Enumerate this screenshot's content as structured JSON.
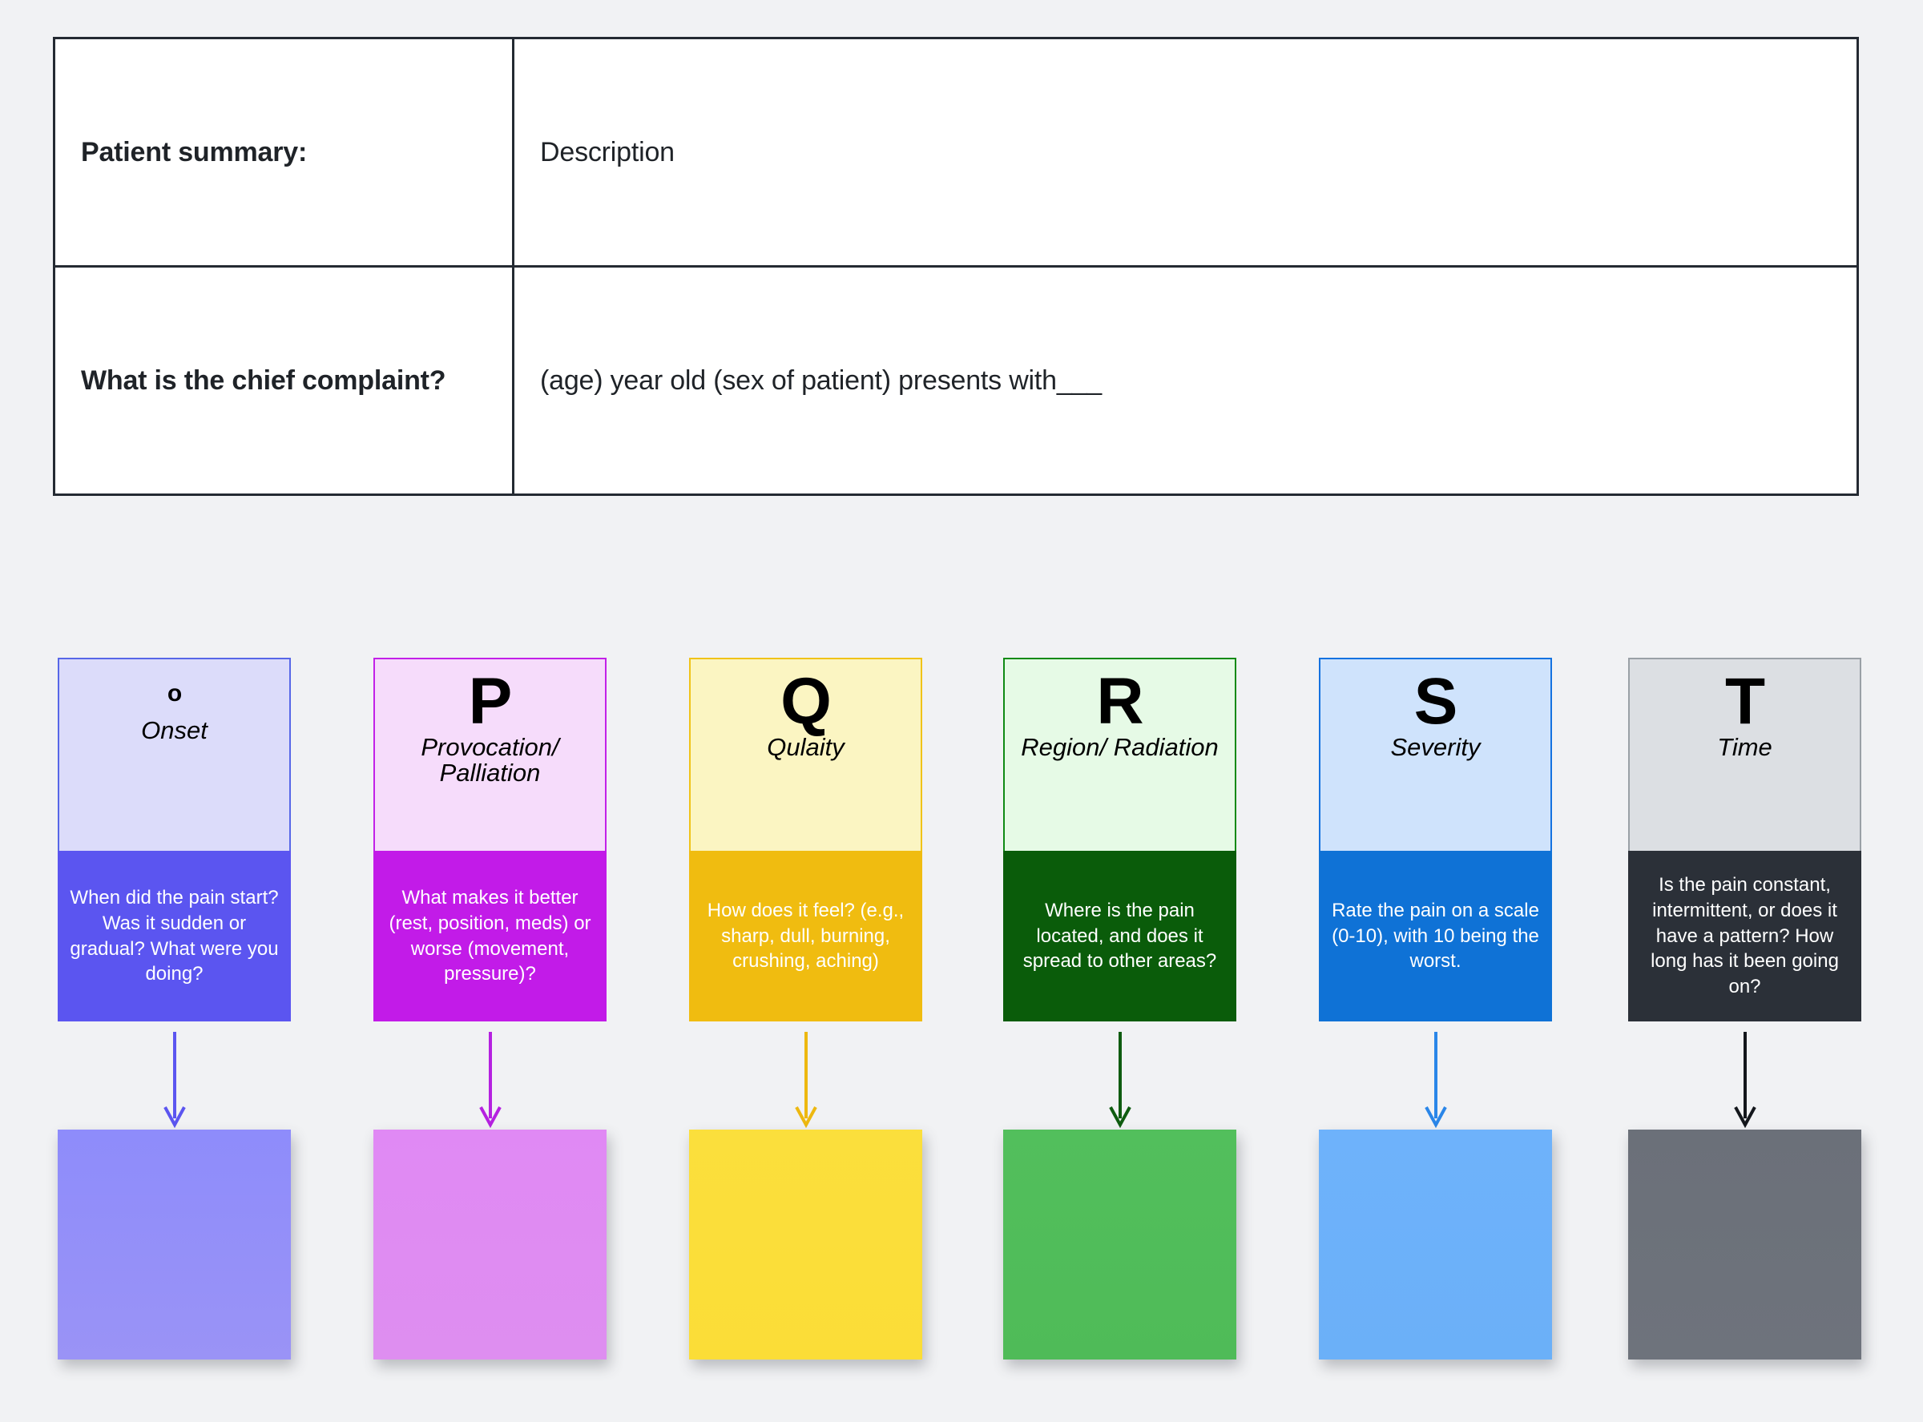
{
  "page": {
    "background_color": "#f1f2f4"
  },
  "intake_table": {
    "rows": [
      {
        "label": "Patient summary:",
        "value": "Description"
      },
      {
        "label": "What is the chief complaint?",
        "value": "(age) year old (sex of patient) presents with___"
      }
    ]
  },
  "opqrst": {
    "cards": [
      {
        "letter": "o",
        "letter_style": "small",
        "title": "Onset",
        "question": "When did the pain start? Was it sudden or gradual? What were you doing?",
        "head_bg": "#dcdcfa",
        "head_border": "#5767e8",
        "body_bg": "#5b55f0",
        "arrow_color": "#5b55f0",
        "box_top": "#8e8cfb",
        "box_bottom": "#9a93f6"
      },
      {
        "letter": "P",
        "letter_style": "large",
        "title": "Provocation/ Palliation",
        "question": "What makes it better (rest, position, meds) or worse (movement, pressure)?",
        "head_bg": "#f6dcfb",
        "head_border": "#c221e8",
        "body_bg": "#c21be8",
        "arrow_color": "#b521e0",
        "box_top": "#e089f4",
        "box_bottom": "#de8ef0"
      },
      {
        "letter": "Q",
        "letter_style": "large",
        "title": "Qulaity",
        "question": "How does it feel? (e.g., sharp, dull, burning, crushing, aching)",
        "head_bg": "#fbf5c2",
        "head_border": "#f0c318",
        "body_bg": "#f0bc10",
        "arrow_color": "#edb810",
        "box_top": "#fbdf3c",
        "box_bottom": "#fbdd37"
      },
      {
        "letter": "R",
        "letter_style": "large",
        "title": "Region/ Radiation",
        "question": "Where is the pain located, and does it spread to other areas?",
        "head_bg": "#e6fae6",
        "head_border": "#0f8a14",
        "body_bg": "#0a5c0a",
        "arrow_color": "#0f5c10",
        "box_top": "#52bf5c",
        "box_bottom": "#4fbb58"
      },
      {
        "letter": "S",
        "letter_style": "large",
        "title": "Severity",
        "question": "Rate the pain on a scale (0-10), with 10 being the worst.",
        "head_bg": "#cfe3fc",
        "head_border": "#1472e0",
        "body_bg": "#0f72d6",
        "arrow_color": "#2a86e8",
        "box_top": "#6eb2fb",
        "box_bottom": "#6bb0f8"
      },
      {
        "letter": "T",
        "letter_style": "large",
        "title": "Time",
        "question": "Is the pain constant, intermittent, or does it have a pattern? How long has it been going on?",
        "head_bg": "#dcdfe3",
        "head_border": "#9aa0a6",
        "body_bg": "#2b3038",
        "arrow_color": "#14171c",
        "box_top": "#6b7079",
        "box_bottom": "#6e737c"
      }
    ]
  }
}
